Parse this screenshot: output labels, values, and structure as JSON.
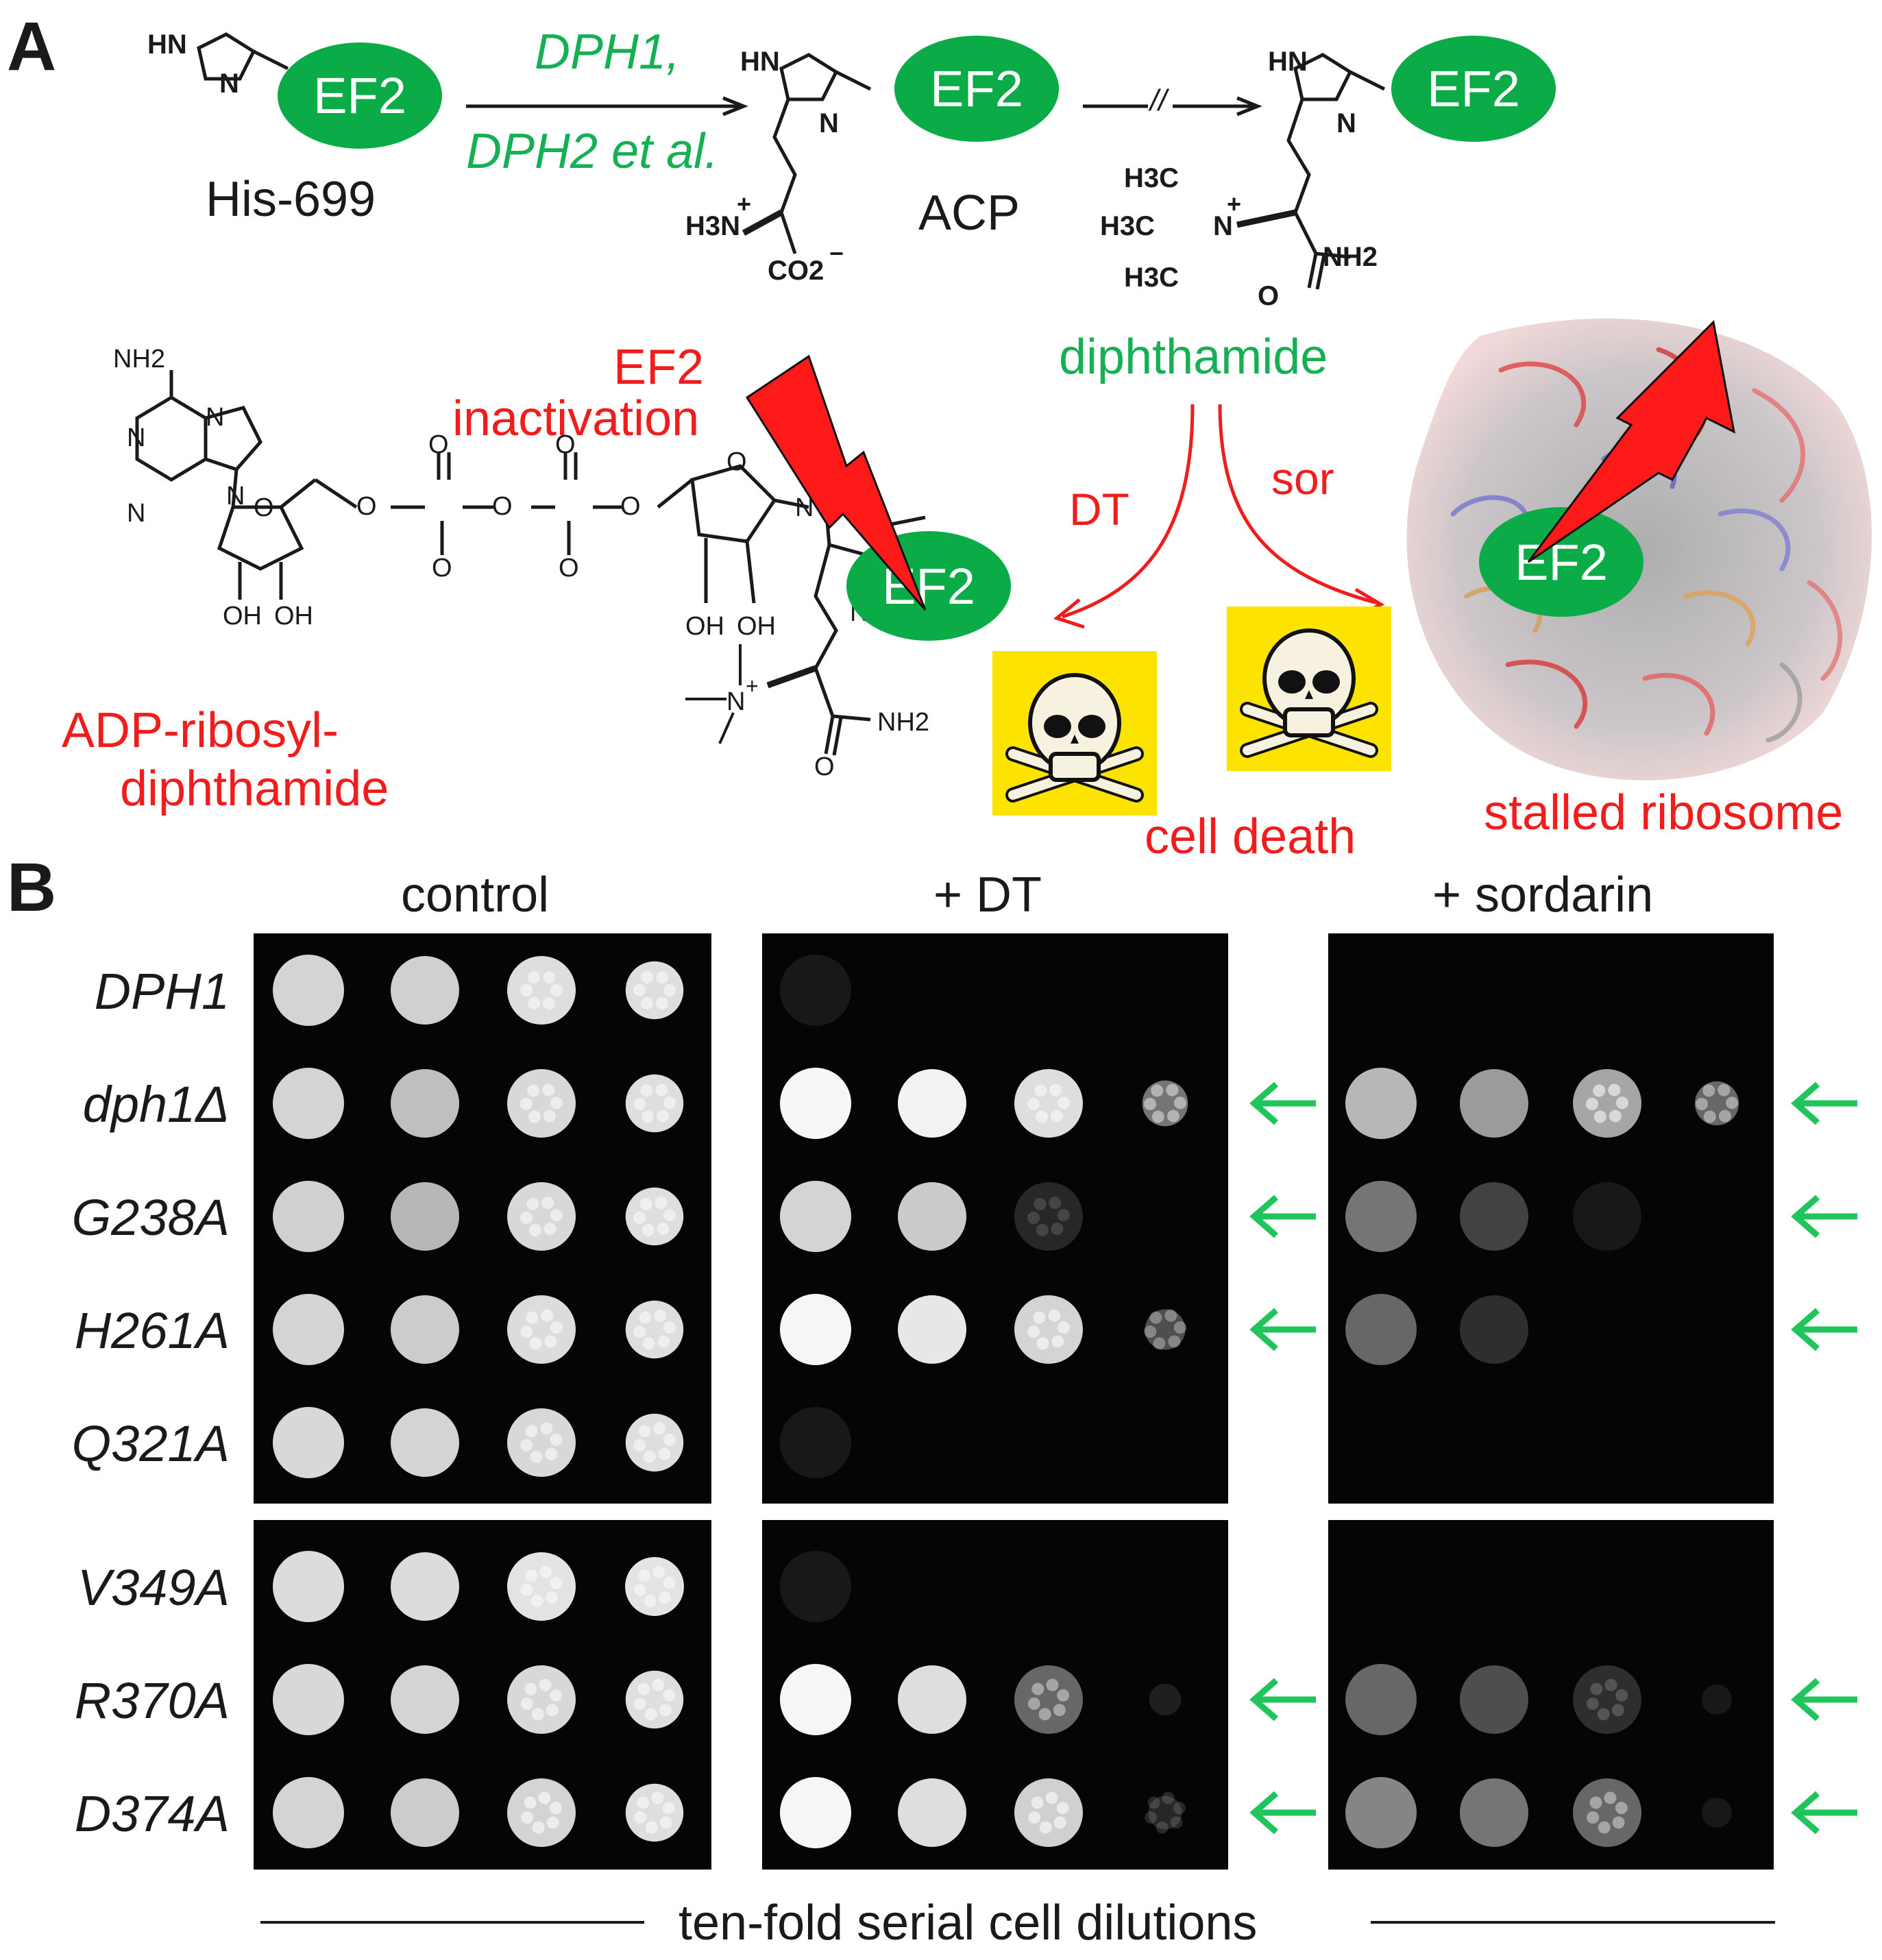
{
  "panels": {
    "a": "A",
    "b": "B"
  },
  "ef2_label": "EF2",
  "reaction": {
    "his_label": "His-699",
    "enzymes_line1": "DPH1,",
    "enzymes_line2": "DPH2 et al.",
    "acp_label": "ACP",
    "diphthamide_label": "diphthamide",
    "arrow_break": "//"
  },
  "chemistry": {
    "hn": "HN",
    "n": "N",
    "h3n_plus": "H3N",
    "co2_minus": "CO2",
    "h3c": "H3C",
    "nh2": "NH2",
    "o": "O",
    "oh": "OH",
    "plus": "+",
    "minus": "−"
  },
  "inactivation_line1": "EF2",
  "inactivation_line2": "inactivation",
  "adp_line1": "ADP-ribosyl-",
  "adp_line2": "diphthamide",
  "pathway": {
    "dt": "DT",
    "sor": "sor"
  },
  "cell_death": "cell death",
  "stalled_ribosome": "stalled ribosome",
  "conditions": [
    "control",
    "+ DT",
    "+ sordarin"
  ],
  "strains": [
    "DPH1",
    "dph1Δ",
    "G238A",
    "H261A",
    "Q321A",
    "V349A",
    "R370A",
    "D374A"
  ],
  "dilution_label": "ten-fold serial cell dilutions",
  "colors": {
    "ef2_green": "#0bab47",
    "label_green": "#16b054",
    "label_red": "#f01d1d",
    "hazard_yellow": "#fde300",
    "arrow_green": "#1fc45a"
  },
  "resistant_strains": {
    "dt": [
      "dph1Δ",
      "G238A",
      "H261A",
      "R370A",
      "D374A"
    ],
    "sordarin": [
      "dph1Δ",
      "G238A",
      "H261A",
      "R370A",
      "D374A"
    ]
  },
  "growth": {
    "control": [
      [
        0.8,
        0.78,
        0.85,
        0.85
      ],
      [
        0.8,
        0.72,
        0.82,
        0.85
      ],
      [
        0.78,
        0.7,
        0.82,
        0.85
      ],
      [
        0.8,
        0.76,
        0.84,
        0.85
      ],
      [
        0.82,
        0.8,
        0.82,
        0.85
      ],
      [
        0.84,
        0.84,
        0.88,
        0.88
      ],
      [
        0.82,
        0.8,
        0.82,
        0.85
      ],
      [
        0.8,
        0.76,
        0.8,
        0.85
      ]
    ],
    "dt": [
      [
        0.05,
        0,
        0,
        0
      ],
      [
        0.98,
        0.96,
        0.85,
        0.5
      ],
      [
        0.8,
        0.75,
        0.15,
        0
      ],
      [
        0.98,
        0.9,
        0.8,
        0.35
      ],
      [
        0.05,
        0,
        0,
        0
      ],
      [
        0.05,
        0,
        0,
        0
      ],
      [
        0.98,
        0.85,
        0.45,
        0.1
      ],
      [
        0.98,
        0.85,
        0.78,
        0.15
      ]
    ],
    "sordarin": [
      [
        0,
        0,
        0,
        0
      ],
      [
        0.7,
        0.62,
        0.65,
        0.45
      ],
      [
        0.5,
        0.3,
        0.05,
        0
      ],
      [
        0.45,
        0.2,
        0,
        0
      ],
      [
        0,
        0,
        0,
        0
      ],
      [
        0,
        0,
        0,
        0
      ],
      [
        0.45,
        0.35,
        0.2,
        0.05
      ],
      [
        0.55,
        0.5,
        0.45,
        0.05
      ]
    ]
  }
}
